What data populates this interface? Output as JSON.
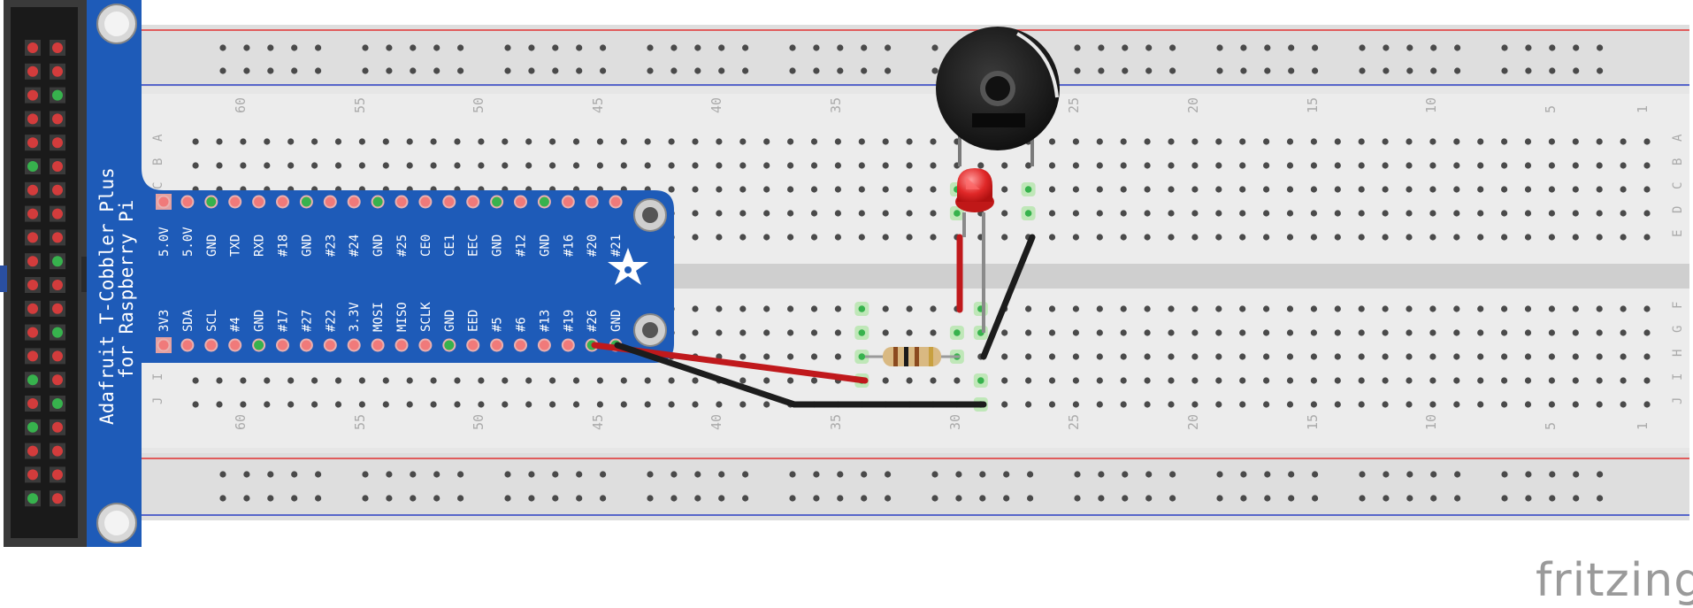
{
  "cobbler": {
    "title": "Adafruit T-Cobbler Plus",
    "subtitle": "for Raspberry Pi",
    "top_pins": [
      "5.0V",
      "5.0V",
      "GND",
      "TXD",
      "RXD",
      "#18",
      "GND",
      "#23",
      "#24",
      "GND",
      "#25",
      "CE0",
      "CE1",
      "EEC",
      "GND",
      "#12",
      "GND",
      "#16",
      "#20",
      "#21"
    ],
    "bottom_pins": [
      "3V3",
      "SDA",
      "SCL",
      "#4",
      "GND",
      "#17",
      "#27",
      "#22",
      "3.3V",
      "MOSI",
      "MISO",
      "SCLK",
      "GND",
      "EED",
      "#5",
      "#6",
      "#13",
      "#19",
      "#26",
      "GND"
    ]
  },
  "breadboard": {
    "column_labels": [
      "60",
      "55",
      "50",
      "45",
      "40",
      "35",
      "30",
      "25",
      "20",
      "15",
      "10",
      "5",
      "1"
    ],
    "row_labels_top": [
      "A",
      "B",
      "C",
      "D",
      "E"
    ],
    "row_labels_bottom": [
      "F",
      "G",
      "H",
      "I",
      "J"
    ]
  },
  "components": {
    "buzzer": "buzzer",
    "led": "red-led",
    "resistor": "resistor"
  },
  "colors": {
    "cobbler_blue": "#1e5bb8",
    "wire_red": "#c0191c",
    "wire_black": "#1c1c1c",
    "board_grey": "#e6e6e6",
    "rail_red": "#e03030",
    "rail_blue": "#2a3fc4",
    "pin_active": "#37b24d",
    "header_pin": "#d33c3c"
  },
  "brand": "fritzing"
}
